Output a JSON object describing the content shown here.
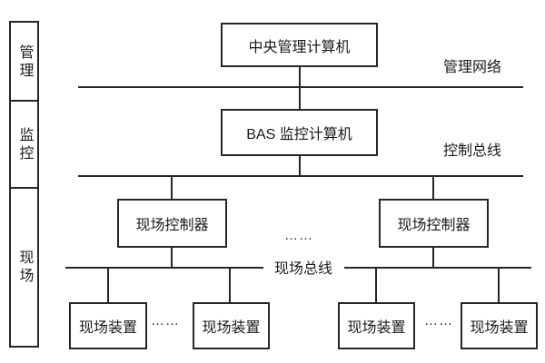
{
  "diagram": {
    "layers": {
      "management": "管理",
      "monitoring": "监控",
      "field": "现场"
    },
    "nodes": {
      "central_computer": "中央管理计算机",
      "bas_computer": "BAS 监控计算机",
      "field_controllers": [
        "现场控制器",
        "现场控制器"
      ],
      "field_devices": [
        "现场装置",
        "现场装置",
        "现场装置",
        "现场装置"
      ]
    },
    "bus_labels": {
      "management_network": "管理网络",
      "control_bus": "控制总线",
      "field_bus": "现场总线"
    },
    "ellipsis": {
      "controllers": "……",
      "devices_left": "……",
      "devices_right": "……"
    },
    "colors": {
      "line": "#262626",
      "text": "#1a1a1a",
      "background": "#ffffff"
    }
  }
}
